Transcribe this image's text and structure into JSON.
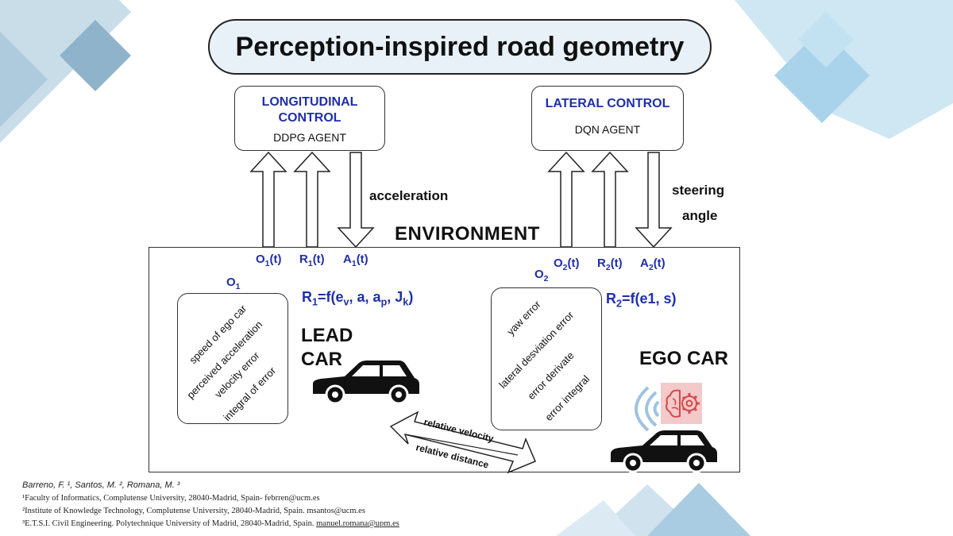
{
  "title": "Perception-inspired road geometry",
  "longitudinal": {
    "title_line1": "LONGITUDINAL",
    "title_line2": "CONTROL",
    "agent": "DDPG AGENT"
  },
  "lateral": {
    "title": "LATERAL CONTROL",
    "agent": "DQN AGENT"
  },
  "action_labels": {
    "acceleration": "acceleration",
    "steering_line1": "steering",
    "steering_line2": "angle"
  },
  "environment": {
    "title": "ENVIRONMENT",
    "signals_left": {
      "o1t": "O",
      "o1t_sub": "1",
      "o1t_rest": "(t)",
      "r1t": "R",
      "r1t_sub": "1",
      "r1t_rest": "(t)",
      "a1t": "A",
      "a1t_sub": "1",
      "a1t_rest": "(t)"
    },
    "signals_right": {
      "o2": "O",
      "o2_sub": "2",
      "o2t": "O",
      "o2t_sub": "2",
      "o2t_rest": "(t)",
      "r2t": "R",
      "r2t_sub": "2",
      "r2t_rest": "(t)",
      "a2t": "A",
      "a2t_sub": "2",
      "a2t_rest": "(t)"
    },
    "o1": "O",
    "o1_sub": "1",
    "reward1": {
      "pre": "R",
      "sub": "1",
      "mid": "=f(e",
      "sub_v": "v",
      "rest": ", a, a",
      "sub_p": "p",
      "rest2": ", J",
      "sub_k": "k",
      "end": ")"
    },
    "reward2": {
      "pre": "R",
      "sub": "2",
      "rest": "=f(e1, s)"
    },
    "obs1_items": [
      "speed of ego car",
      "perceived acceleration",
      "velocity error",
      "integral of error"
    ],
    "obs2_items": [
      "yaw error",
      "lateral desviation error",
      "error derivate",
      "error integral"
    ],
    "lead_car_line1": "LEAD",
    "lead_car_line2": "CAR",
    "ego_car": "EGO CAR",
    "relative_velocity": "relative velocity",
    "relative_distance": "relative distance"
  },
  "footer": {
    "authors": "Barreno, F. ¹, Santos, M. ², Romana, M. ³",
    "affil1": "¹Faculty of Informatics, Complutense University, 28040-Madrid, Spain- febrren@ucm.es",
    "affil2": "²Institute of Knowledge Technology, Complutense University, 28040-Madrid, Spain. msantos@ucm.es",
    "affil3_text": "³E.T.S.I. Civil Engineering. Polytechnique University of Madrid, 28040-Madrid, Spain. ",
    "affil3_email": "manuel.romana@upm.es"
  },
  "colors": {
    "accent_blue": "#1f2fa8",
    "deco_dark": "#7ea9c4",
    "deco_light": "#bfe0ef",
    "title_fill": "#e9f1f8",
    "brain_pink": "#f4c9c9",
    "brain_line": "#d24a4a",
    "wifi_blue": "#9fc3e0"
  }
}
